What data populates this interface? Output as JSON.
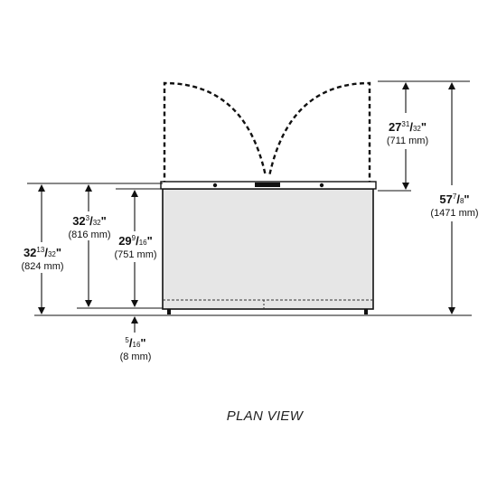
{
  "view_title": "PLAN VIEW",
  "dimensions": {
    "total_depth": {
      "whole": "57",
      "num": "7",
      "den": "8",
      "unit": "\"",
      "metric": "(1471 mm)"
    },
    "door_swing": {
      "whole": "27",
      "num": "31",
      "den": "32",
      "unit": "\"",
      "metric": "(711 mm)"
    },
    "overall_depth": {
      "whole": "32",
      "num": "13",
      "den": "32",
      "unit": "\"",
      "metric": "(824 mm)"
    },
    "cabinet_depth": {
      "whole": "32",
      "num": "3",
      "den": "32",
      "unit": "\"",
      "metric": "(816 mm)"
    },
    "body_depth": {
      "whole": "29",
      "num": "9",
      "den": "16",
      "unit": "\"",
      "metric": "(751 mm)"
    },
    "clearance": {
      "whole": "",
      "num": "5",
      "den": "16",
      "unit": "\"",
      "metric": "(8 mm)"
    }
  }
}
